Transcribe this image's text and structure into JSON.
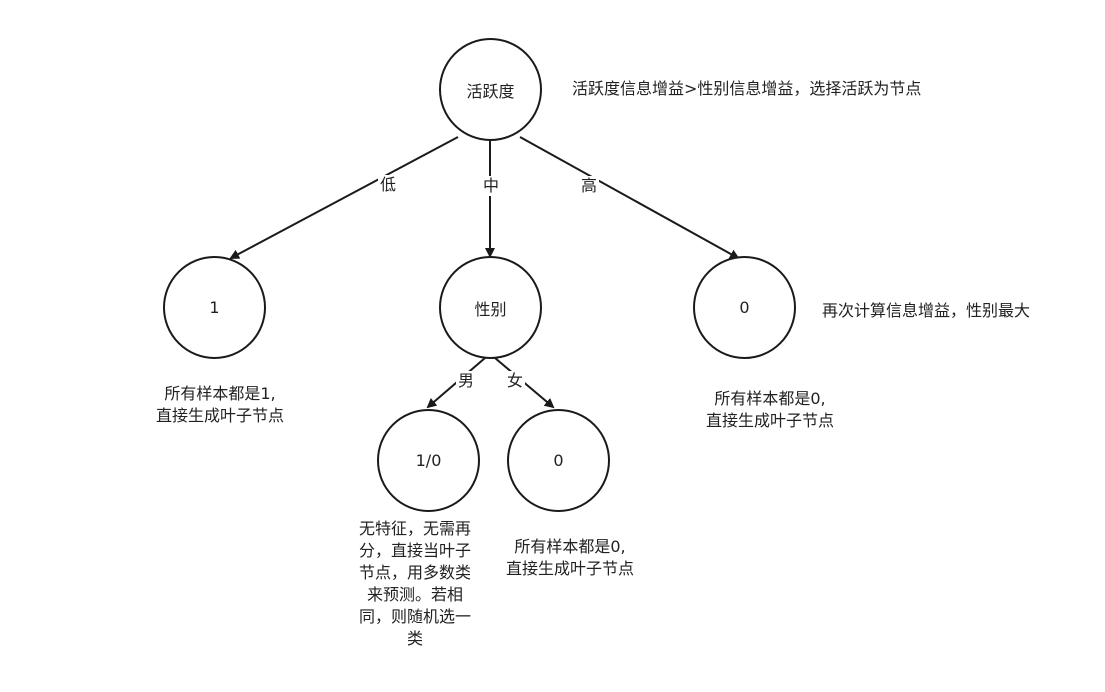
{
  "nodes": {
    "root": "活跃度",
    "low": "1",
    "mid": "性别",
    "high": "0",
    "male": "1/0",
    "female": "0"
  },
  "edges": {
    "low": "低",
    "mid": "中",
    "high": "高",
    "male": "男",
    "female": "女"
  },
  "notes": {
    "root": "活跃度信息增益>性别信息增益，选择活跃为节点",
    "high_side": "再次计算信息增益，性别最大",
    "low_leaf": [
      "所有样本都是1,",
      "直接生成叶子节点"
    ],
    "high_leaf": [
      "所有样本都是0,",
      "直接生成叶子节点"
    ],
    "male_leaf": [
      "无特征，无需再",
      "分，直接当叶子",
      "节点，用多数类",
      "来预测。若相",
      "同，则随机选一",
      "类"
    ],
    "female_leaf": [
      "所有样本都是0,",
      "直接生成叶子节点"
    ]
  }
}
